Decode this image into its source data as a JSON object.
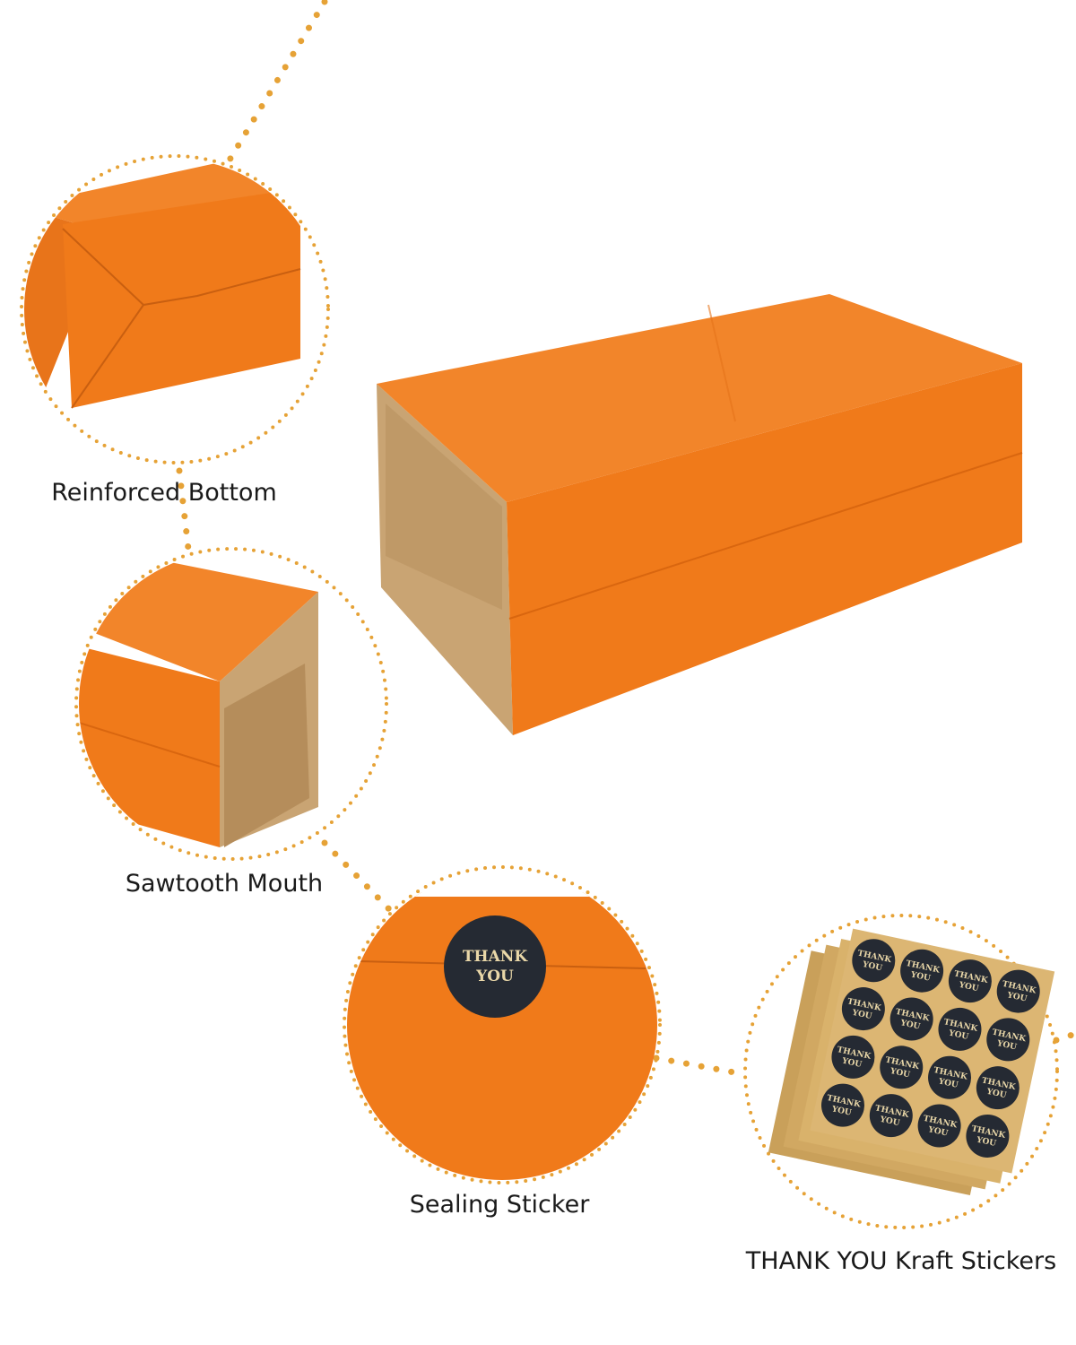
{
  "colors": {
    "orange": "#f07a1a",
    "orange_dark": "#d9660f",
    "kraft": "#c9a473",
    "kraft_dark": "#b58d5b",
    "dots": "#e6a236",
    "sticker": "#252a33"
  },
  "features": [
    {
      "label": "Reinforced Bottom"
    },
    {
      "label": "Sawtooth Mouth"
    },
    {
      "label": "Sealing Sticker"
    },
    {
      "label": "THANK YOU Kraft Stickers"
    }
  ],
  "sticker_text": {
    "line1": "THANK",
    "line2": "YOU"
  }
}
